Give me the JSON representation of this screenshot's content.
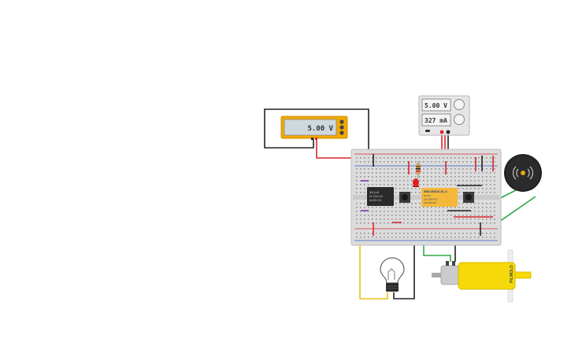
{
  "multimeter": {
    "reading": "5.00 V"
  },
  "power_supply": {
    "voltage_display": "5.00 V",
    "current_display": "327 mA"
  },
  "relay_1": {
    "label_line1": "12-1-H",
    "label_line2": "5V 125V AC",
    "label_line3": "5A 30V DC"
  },
  "relay_2": {
    "label_line1": "SRD-05VDC-SL-C",
    "label_line2": "5V DC",
    "label_line3": "10A 250V AC",
    "label_line4": "10A 30V DC"
  },
  "motor": {
    "label": "PILMOLO"
  },
  "colors": {
    "breadboard": "#dcdcdc",
    "multimeter_body": "#f2a900",
    "motor_body": "#f5d90a",
    "relay_2_body": "#f4b83a",
    "wire_red": "#d9262c",
    "wire_black": "#222222",
    "wire_green": "#2ea84a",
    "wire_yellow": "#e8c21a",
    "led": "#e02020"
  },
  "icons": {
    "buzzer": "speaker-sound-icon",
    "bulb": "light-bulb-icon"
  }
}
